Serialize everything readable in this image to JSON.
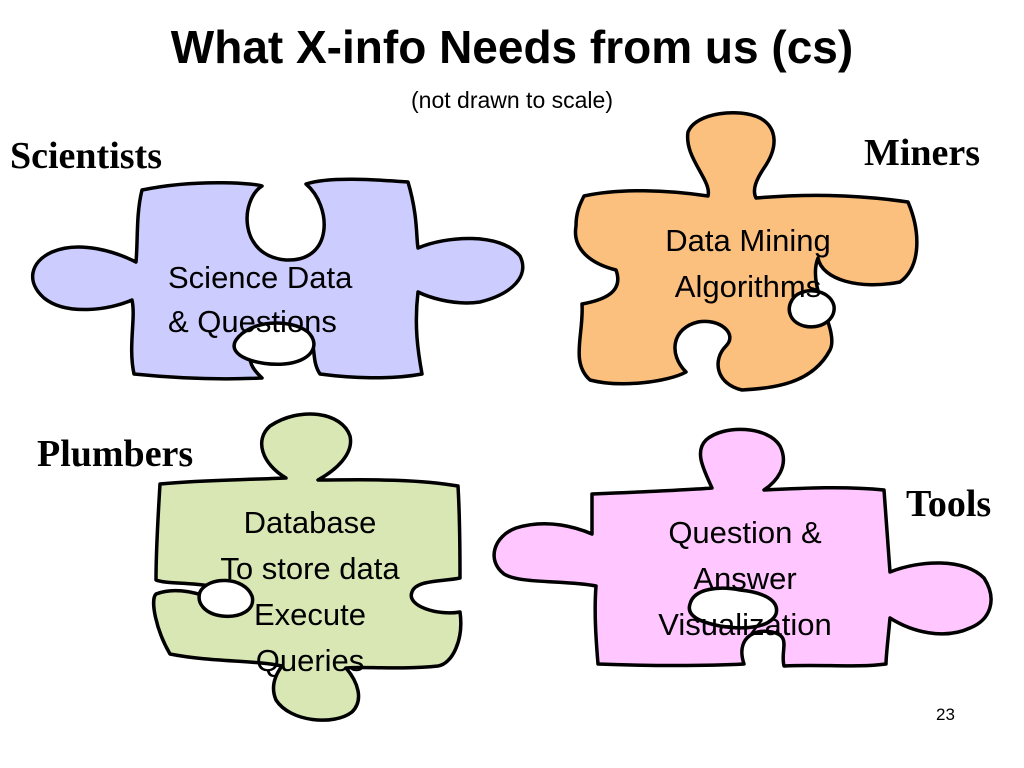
{
  "slide": {
    "title": "What X-info Needs from us (cs)",
    "subtitle": "(not drawn to scale)",
    "page_number": "23"
  },
  "roles": {
    "scientists": "Scientists",
    "miners": "Miners",
    "plumbers": "Plumbers",
    "tools": "Tools"
  },
  "pieces": {
    "science": {
      "color": "#ccccff",
      "lines": [
        "Science Data",
        "& Questions"
      ]
    },
    "mining": {
      "color": "#fbbf7e",
      "lines": [
        "Data Mining",
        "Algorithms"
      ]
    },
    "database": {
      "color": "#d9e7b5",
      "lines": [
        "Database",
        "To store data",
        "Execute",
        "Queries"
      ]
    },
    "qa": {
      "color": "#ffc6ff",
      "lines": [
        "Question &",
        "Answer",
        "Visualization"
      ]
    }
  }
}
